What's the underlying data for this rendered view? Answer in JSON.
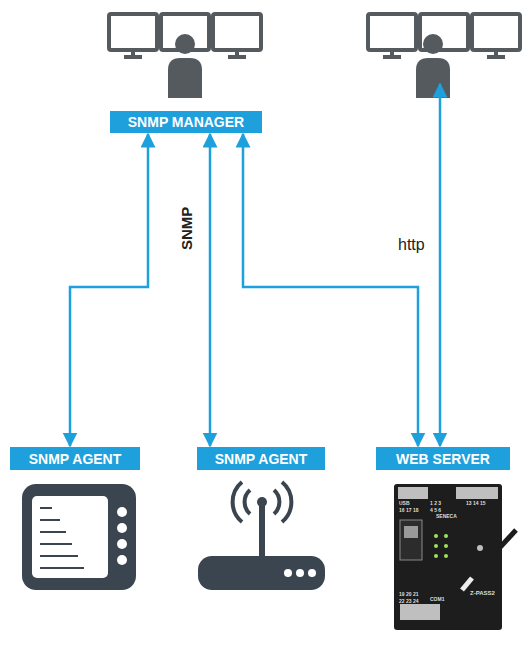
{
  "diagram": {
    "nodes": [
      {
        "text": [
          "SNMP MANAGER"
        ]
      },
      {
        "text": [
          "SNMP AGENT"
        ]
      },
      {
        "text": [
          "SNMP AGENT"
        ]
      },
      {
        "text": [
          "WEB SERVER"
        ]
      }
    ],
    "edges": [
      {
        "from": 0,
        "to": 1,
        "arrow": "both"
      },
      {
        "from": 0,
        "to": 2,
        "arrow": "both",
        "label": "SNMP"
      },
      {
        "from": 0,
        "to": 3,
        "arrow": "both"
      }
    ],
    "labels": [
      "http",
      "USB",
      "16 17 18",
      "1 2 3",
      "4 5 6",
      "13 14 15",
      "SENECA",
      "Z-PASS2",
      "19 20 21",
      "22 23 24",
      "COM1"
    ]
  }
}
